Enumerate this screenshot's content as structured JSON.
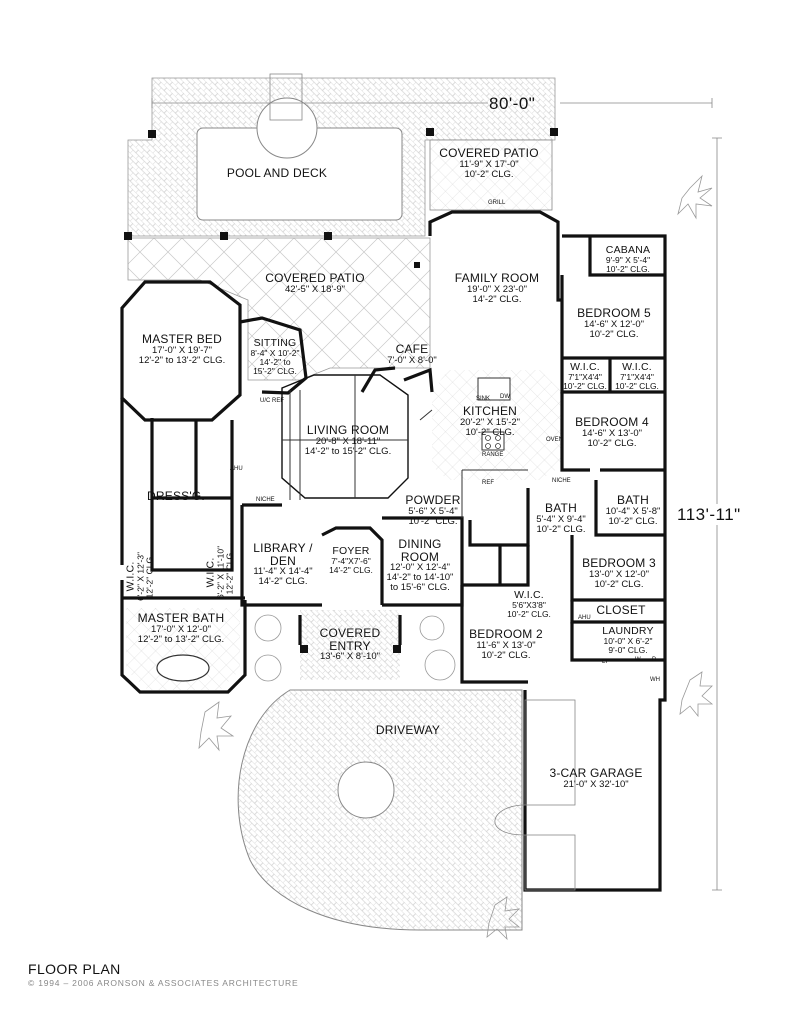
{
  "plan": {
    "title": "FLOOR PLAN",
    "copyright": "© 1994 – 2006 ARONSON & ASSOCIATES ARCHITECTURE",
    "width_label": "80'-0\"",
    "depth_label": "113'-11\""
  },
  "rooms": {
    "pool": {
      "name": "POOL AND DECK"
    },
    "covered_patio_top": {
      "name": "COVERED PATIO",
      "dims": [
        "11'-9\" X 17'-0\"",
        "10'-2\" CLG."
      ]
    },
    "covered_patio": {
      "name": "COVERED PATIO",
      "dims": [
        "42'-5\" X 18'-9\""
      ]
    },
    "family_room": {
      "name": "FAMILY ROOM",
      "dims": [
        "19'-0\" X 23'-0\"",
        "14'-2\" CLG."
      ]
    },
    "cabana": {
      "name": "CABANA",
      "dims": [
        "9'-9\" X 5'-4\"",
        "10'-2\" CLG."
      ]
    },
    "bedroom5": {
      "name": "BEDROOM 5",
      "dims": [
        "14'-6\" X 12'-0\"",
        "10'-2\" CLG."
      ]
    },
    "wic_b5a": {
      "name": "W.I.C.",
      "dims": [
        "7'1\"X4'4\"",
        "10'-2\" CLG."
      ]
    },
    "wic_b5b": {
      "name": "W.I.C.",
      "dims": [
        "7'1\"X4'4\"",
        "10'-2\" CLG."
      ]
    },
    "bedroom4": {
      "name": "BEDROOM 4",
      "dims": [
        "14'-6\" X 13'-0\"",
        "10'-2\" CLG."
      ]
    },
    "master_bed": {
      "name": "MASTER BED",
      "dims": [
        "17'-0\" X 19'-7\"",
        "12'-2\" to 13'-2\" CLG."
      ]
    },
    "sitting": {
      "name": "SITTING",
      "dims": [
        "8'-4\" X 10'-2\"",
        "14'-2\" to",
        "15'-2\" CLG."
      ]
    },
    "cafe": {
      "name": "CAFE",
      "dims": [
        "7'-0\" X 8'-0\""
      ]
    },
    "kitchen": {
      "name": "KITCHEN",
      "dims": [
        "20'-2\" X 15'-2\"",
        "10'-2\" CLG."
      ]
    },
    "living_room": {
      "name": "LIVING ROOM",
      "dims": [
        "20'-8\" X 18'-11\"",
        "14'-2\" to 15'-2\" CLG."
      ]
    },
    "powder": {
      "name": "POWDER",
      "dims": [
        "5'-6\" X 5'-4\"",
        "10'-2\" CLG."
      ]
    },
    "bath_mid": {
      "name": "BATH",
      "dims": [
        "5'-4\" X 9'-4\"",
        "10'-2\" CLG."
      ]
    },
    "bath_right": {
      "name": "BATH",
      "dims": [
        "10'-4\" X 5'-8\"",
        "10'-2\" CLG."
      ]
    },
    "dressing": {
      "name": "DRESS'G."
    },
    "wic_left": {
      "name": "W.I.C.",
      "dims": [
        "6'-2\" X 12'-3\"",
        "12'-2\" CLG."
      ]
    },
    "wic_right": {
      "name": "W.I.C.",
      "dims": [
        "6'-2\" X 11'-10\"",
        "12'-2\" CLG."
      ]
    },
    "library": {
      "name": "LIBRARY / DEN",
      "dims": [
        "11'-4\" X 14'-4\"",
        "14'-2\" CLG."
      ]
    },
    "foyer": {
      "name": "FOYER",
      "dims": [
        "7'-4\"X7'-6\"",
        "14'-2\" CLG."
      ]
    },
    "dining_room": {
      "name": "DINING ROOM",
      "dims": [
        "12'-0\" X 12'-4\"",
        "14'-2\" to 14'-10\"",
        "to 15'-6\" CLG."
      ]
    },
    "bedroom3": {
      "name": "BEDROOM 3",
      "dims": [
        "13'-0\" X 12'-0\"",
        "10'-2\" CLG."
      ]
    },
    "closet": {
      "name": "CLOSET"
    },
    "wic_b2": {
      "name": "W.I.C.",
      "dims": [
        "5'6\"X3'8\"",
        "10'-2\" CLG."
      ]
    },
    "laundry": {
      "name": "LAUNDRY",
      "dims": [
        "10'-0\" X 6'-2\"",
        "9'-0\" CLG."
      ]
    },
    "master_bath": {
      "name": "MASTER BATH",
      "dims": [
        "17'-0\" X 12'-0\"",
        "12'-2\" to 13'-2\" CLG."
      ]
    },
    "bedroom2": {
      "name": "BEDROOM 2",
      "dims": [
        "11'-6\" X 13'-0\"",
        "10'-2\" CLG."
      ]
    },
    "covered_entry": {
      "name": "COVERED ENTRY",
      "dims": [
        "13'-6\" X 8'-10\""
      ]
    },
    "driveway": {
      "name": "DRIVEWAY"
    },
    "garage": {
      "name": "3-CAR GARAGE",
      "dims": [
        "21'-0\" X 32'-10\""
      ]
    }
  },
  "fixtures": {
    "grill": "GRILL",
    "sink": "SINK",
    "dw": "DW",
    "range": "RANGE",
    "oven": "OVEN",
    "ref": "REF",
    "niche": "NICHE",
    "ahu": "AHU",
    "uc_ref": "U/C REF",
    "wh": "WH",
    "w": "W",
    "d": "D",
    "lt": "LT"
  },
  "colors": {
    "wall": "#111111",
    "hatch": "#b8b8b8",
    "grid": "#d0d0d0",
    "text": "#111111",
    "copyright": "#888888"
  }
}
